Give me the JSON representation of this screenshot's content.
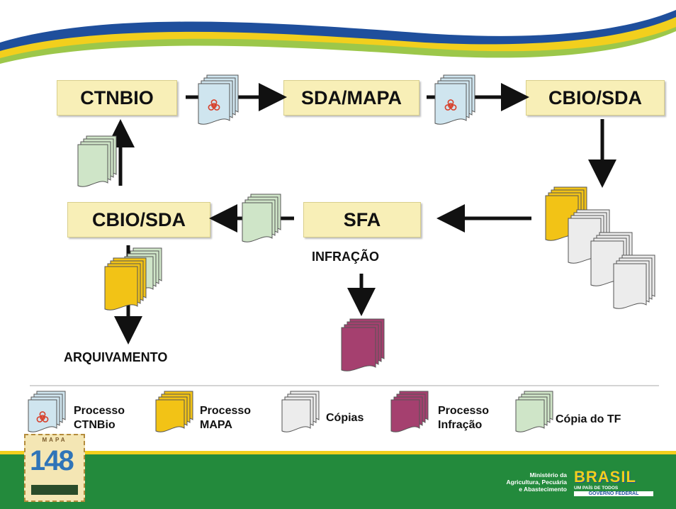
{
  "nodes": {
    "ctnbio": "CTNBIO",
    "sda_mapa": "SDA/MAPA",
    "cbio_sda_top": "CBIO/SDA",
    "cbio_sda_bottom": "CBIO/SDA",
    "sfa": "SFA"
  },
  "labels": {
    "infracao": "INFRAÇÃO",
    "arquivamento": "ARQUIVAMENTO"
  },
  "legend": [
    {
      "line1": "Processo",
      "line2": "CTNBio",
      "color": "#cfe5ef"
    },
    {
      "line1": "Processo",
      "line2": "MAPA",
      "color": "#f2c316"
    },
    {
      "line1": "Cópias",
      "line2": "",
      "color": "#ececec"
    },
    {
      "line1": "Processo",
      "line2": "Infração",
      "color": "#a5406f"
    },
    {
      "line1": "Cópia do TF",
      "line2": "",
      "color": "#cfe5c8"
    }
  ],
  "footer": {
    "logo_number": "148",
    "logo_top": "MAPA",
    "ministry_line1": "Ministério da",
    "ministry_line2": "Agricultura, Pecuária",
    "ministry_line3": "e Abastecimento",
    "brasil": "BRASIL",
    "brasil_tagline": "UM PAÍS DE TODOS",
    "governo": "GOVERNO FEDERAL"
  },
  "colors": {
    "box_fill": "#f8efb7",
    "ctnbio_doc": "#cfe5ef",
    "mapa_doc": "#f2c316",
    "copy_doc": "#ececec",
    "infraction_doc": "#a5406f",
    "tf_copy_doc": "#cfe5c8",
    "footer_green": "#238a3c",
    "wave_blue": "#1f4f9c",
    "wave_yellow": "#f2cf1d"
  }
}
